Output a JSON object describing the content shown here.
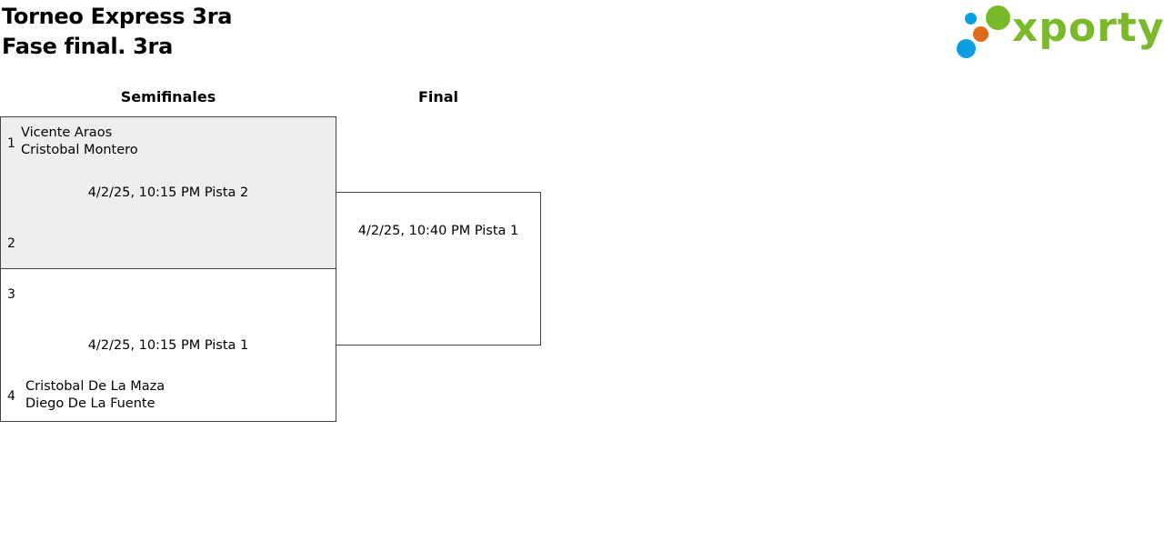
{
  "header": {
    "title_line1": "Torneo Express 3ra",
    "title_line2": "Fase final. 3ra"
  },
  "logo": {
    "text": "xporty",
    "colors": {
      "green": "#7ab929",
      "orange": "#e06a17",
      "blue": "#0a9fe3"
    }
  },
  "bracket": {
    "rounds": [
      {
        "title": "Semifinales"
      },
      {
        "title": "Final"
      }
    ],
    "semifinals": [
      {
        "highlight_color": "#eeeeee",
        "top": {
          "seed": "1",
          "player1": "Vicente Araos",
          "player2": "Cristobal Montero"
        },
        "info": "4/2/25, 10:15 PM Pista 2",
        "bottom": {
          "seed": "2",
          "player1": "",
          "player2": ""
        }
      },
      {
        "highlight_color": "#ffffff",
        "top": {
          "seed": "3",
          "player1": "",
          "player2": ""
        },
        "info": "4/2/25, 10:15 PM Pista 1",
        "bottom": {
          "seed": "4",
          "player1": "Cristobal De La Maza",
          "player2": "Diego De La Fuente"
        }
      }
    ],
    "final": {
      "info": "4/2/25, 10:40 PM Pista 1"
    }
  },
  "colors": {
    "border": "#444444",
    "text": "#000000",
    "background": "#ffffff"
  }
}
